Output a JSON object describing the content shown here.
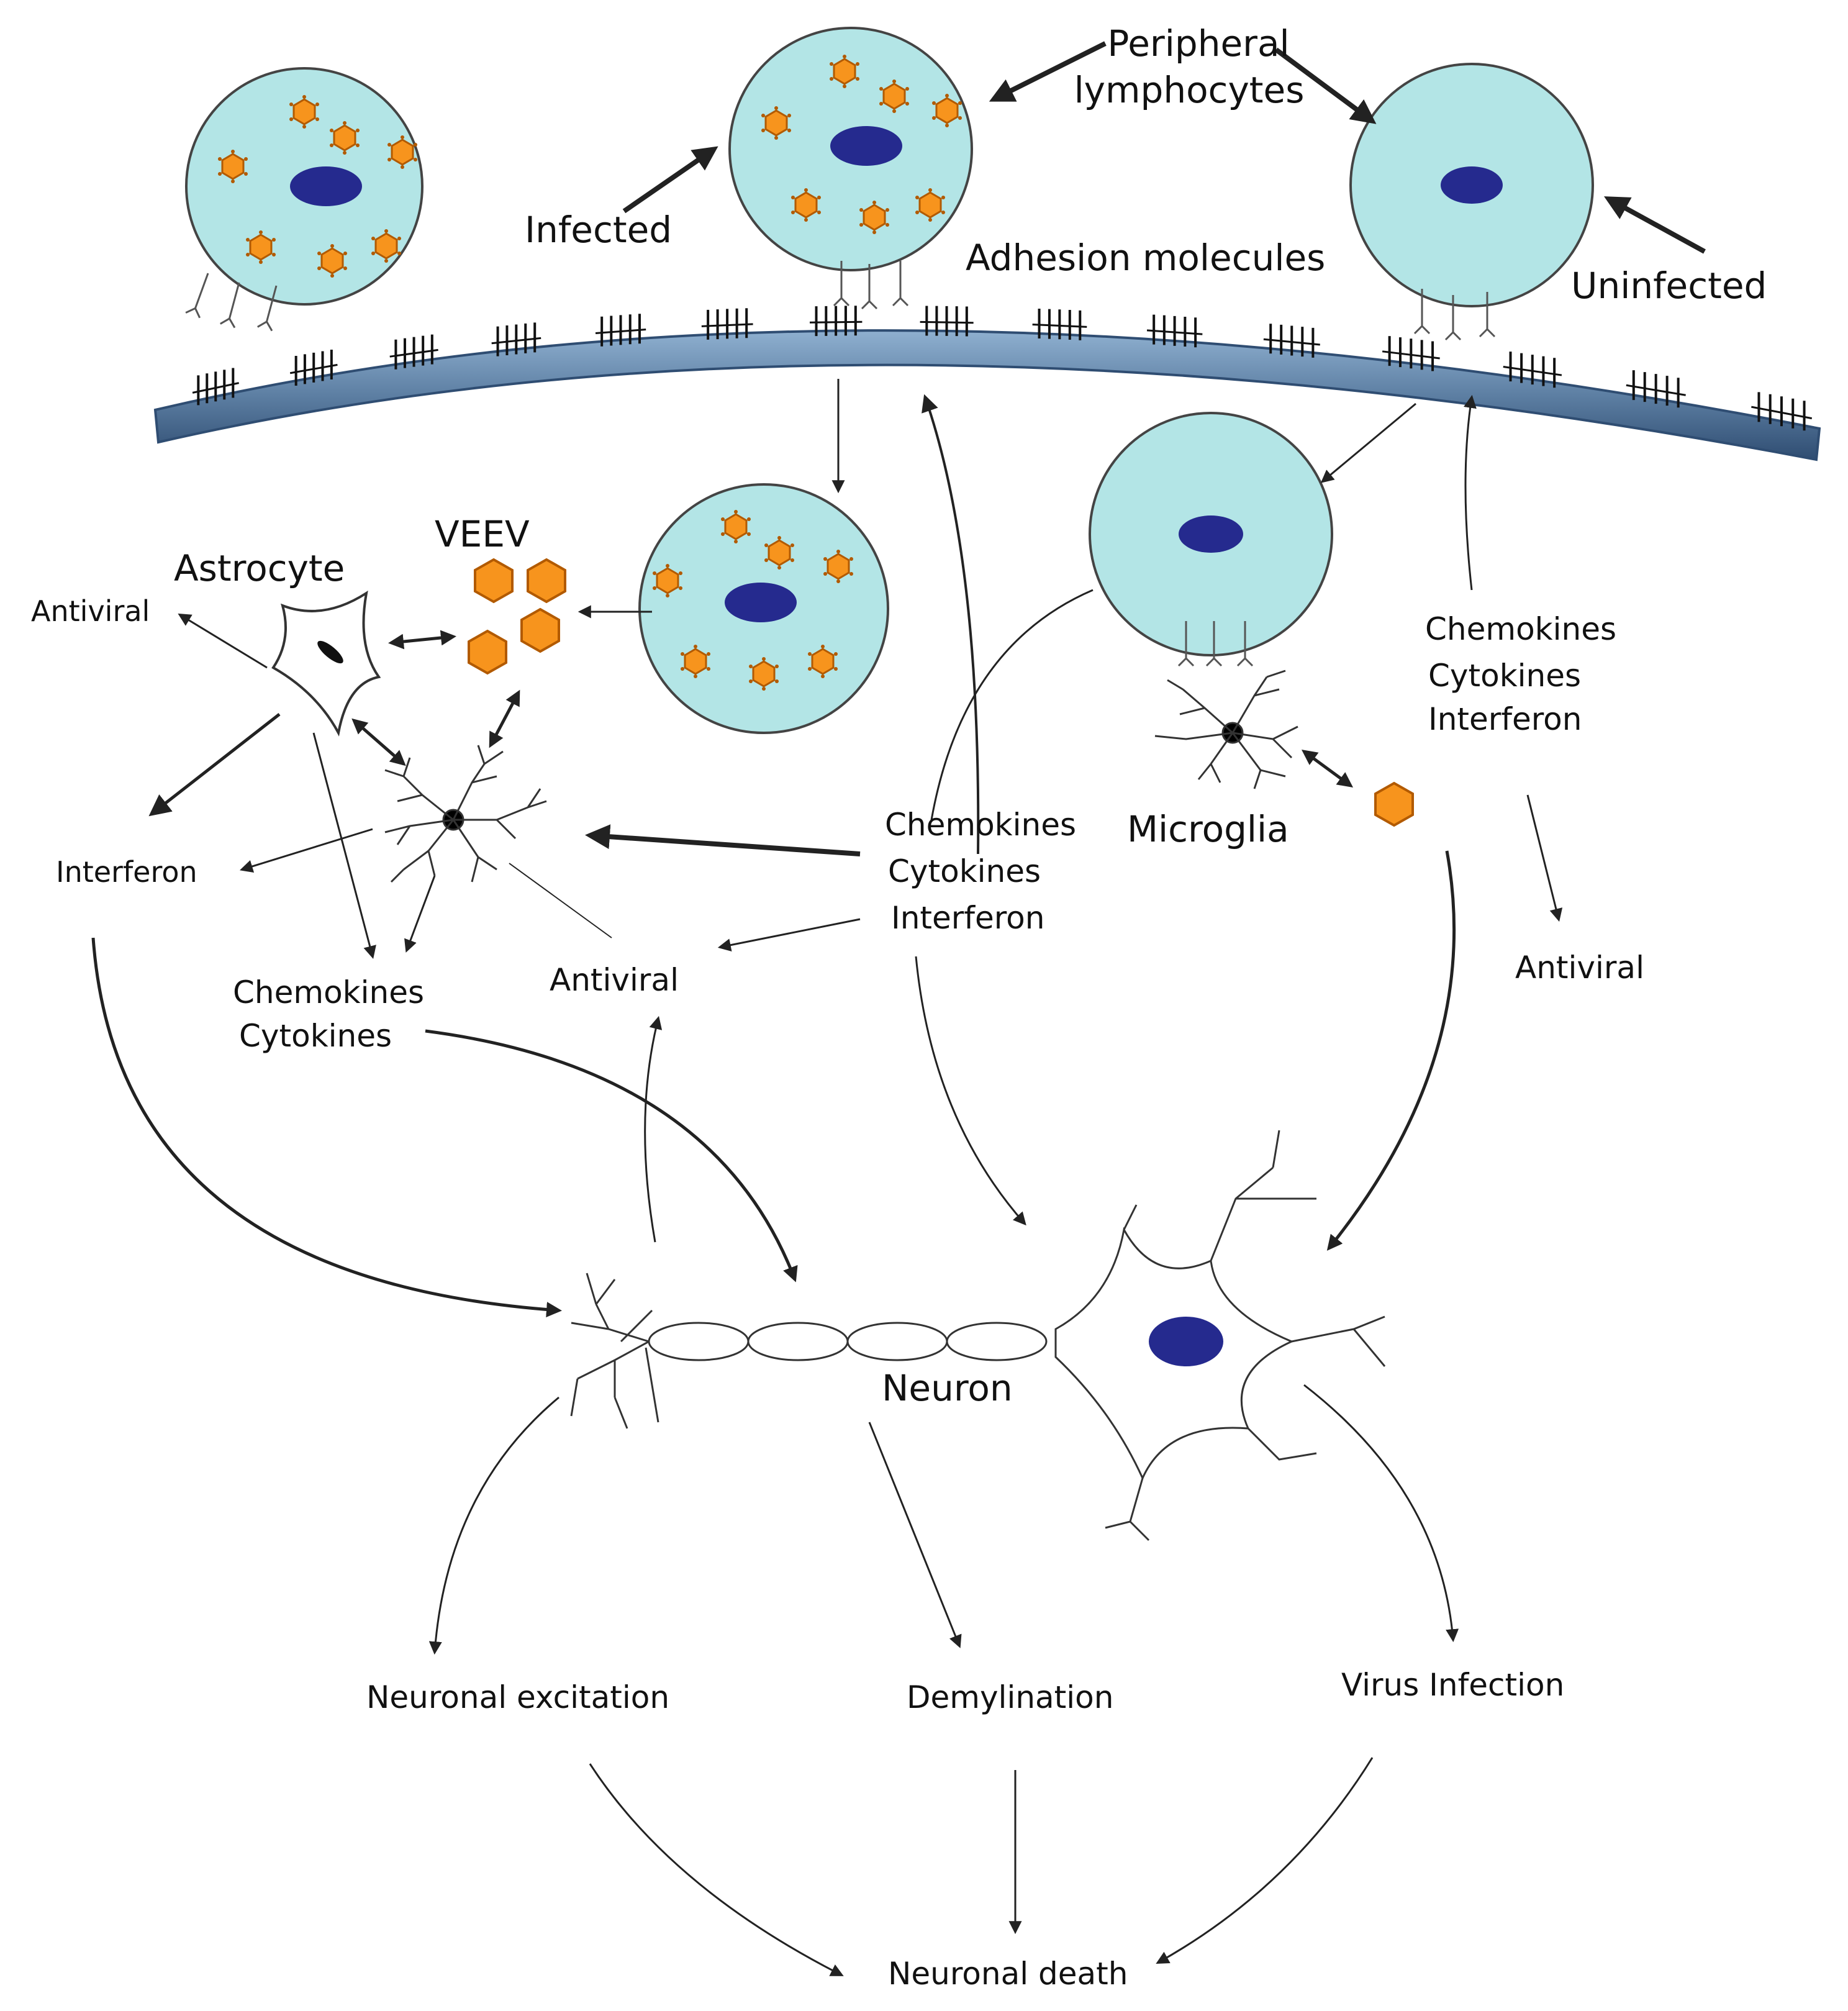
{
  "labels": {
    "peripheral_line1": "Peripheral",
    "peripheral_line2": "lymphocytes",
    "infected": "Infected",
    "uninfected": "Uninfected",
    "adhesion": "Adhesion molecules",
    "veev": "VEEV",
    "astrocyte": "Astrocyte",
    "antiviral_left": "Antiviral",
    "interferon_left": "Interferon",
    "chemokines_left": "Chemokines",
    "cytokines_left": "Cytokines",
    "antiviral_center": "Antiviral",
    "center_chemokines": "Chemokines",
    "center_cytokines": "Cytokines",
    "center_interferon": "Interferon",
    "microglia": "Microglia",
    "right_chemokines": "Chemokines",
    "right_cytokines": "Cytokines",
    "right_interferon": "Interferon",
    "antiviral_right": "Antiviral",
    "neuron": "Neuron",
    "neuronal_excitation": "Neuronal excitation",
    "demylination": "Demylination",
    "virus_infection": "Virus Infection",
    "neuronal_death": "Neuronal death"
  },
  "colors": {
    "cell_fill": "#b3e5e6",
    "cell_stroke": "#444444",
    "nucleus": "#252a8e",
    "virus_fill": "#f7941d",
    "virus_stroke": "#b25a00",
    "endothelium": "#5d7fa3",
    "arrow": "#222222"
  }
}
